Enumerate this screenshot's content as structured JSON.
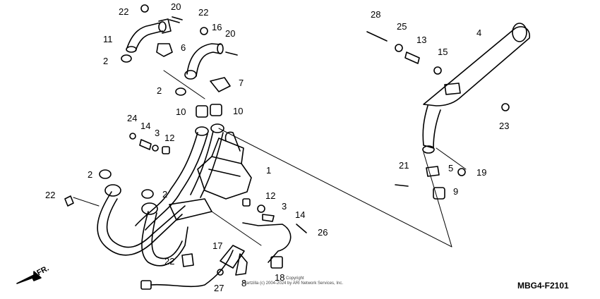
{
  "diagram_code": "MBG4-F2101",
  "direction_marker": "FR.",
  "copyright": {
    "line1": "Copyright",
    "line2": "Partzilla (c) 2004-2024 by ARI Network Services, Inc."
  },
  "callouts": [
    "22",
    "20",
    "22",
    "16",
    "20",
    "11",
    "6",
    "2",
    "2",
    "7",
    "10",
    "10",
    "24",
    "14",
    "3",
    "12",
    "1",
    "2",
    "2",
    "22",
    "12",
    "3",
    "14",
    "26",
    "17",
    "22",
    "27",
    "8",
    "18",
    "28",
    "25",
    "13",
    "15",
    "4",
    "23",
    "21",
    "5",
    "19",
    "9"
  ]
}
